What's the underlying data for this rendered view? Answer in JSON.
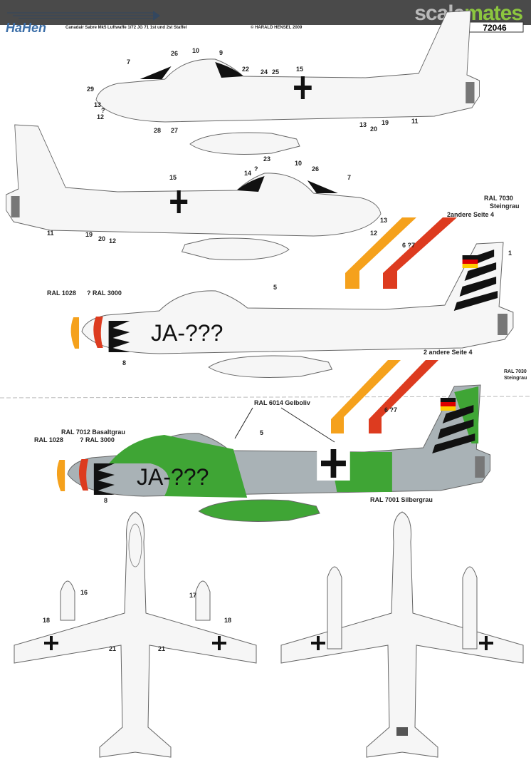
{
  "header": {
    "brand": "HaHen",
    "subtitle": "Canadair Sabre Mk5 Luftwaffe 1/72  JG 71 1st und 2st Staffel",
    "copyright": "© HARALD HENSEL 2009",
    "sheet_number": "72046"
  },
  "watermark": {
    "part1": "scale",
    "part2": "mates"
  },
  "colors": {
    "orange": "#f5a11c",
    "red": "#dd3b1f",
    "green": "#3fa535",
    "grey": "#a9b2b6",
    "black": "#111111"
  },
  "view1": {
    "numbers": [
      "7",
      "26",
      "10",
      "9",
      "22",
      "24",
      "25",
      "15",
      "29",
      "13",
      "?",
      "12",
      "28",
      "27",
      "13",
      "19",
      "20",
      "11"
    ]
  },
  "view2": {
    "numbers": [
      "23",
      "14",
      "?",
      "10",
      "26",
      "7",
      "15",
      "11",
      "19",
      "20",
      "12",
      "13",
      "12"
    ]
  },
  "view3": {
    "labels": [
      "RAL 7030",
      "Steingrau",
      "2andere Seite 4",
      "1",
      "6 ?7",
      "RAL 1028",
      "? RAL 3000",
      "5",
      "8"
    ],
    "code": "JA-???"
  },
  "view4": {
    "labels": [
      "2 andere Seite  4",
      "RAL 7030",
      "Steingrau",
      "6 ?7",
      "RAL 6014 Gelboliv",
      "RAL 7012 Basaltgrau",
      "RAL 1028",
      "? RAL 3000",
      "5",
      "8",
      "RAL 7001 Silbergrau"
    ],
    "code": "JA-???"
  },
  "planform": {
    "numbers": [
      "16",
      "17",
      "18",
      "18",
      "21",
      "21"
    ]
  }
}
